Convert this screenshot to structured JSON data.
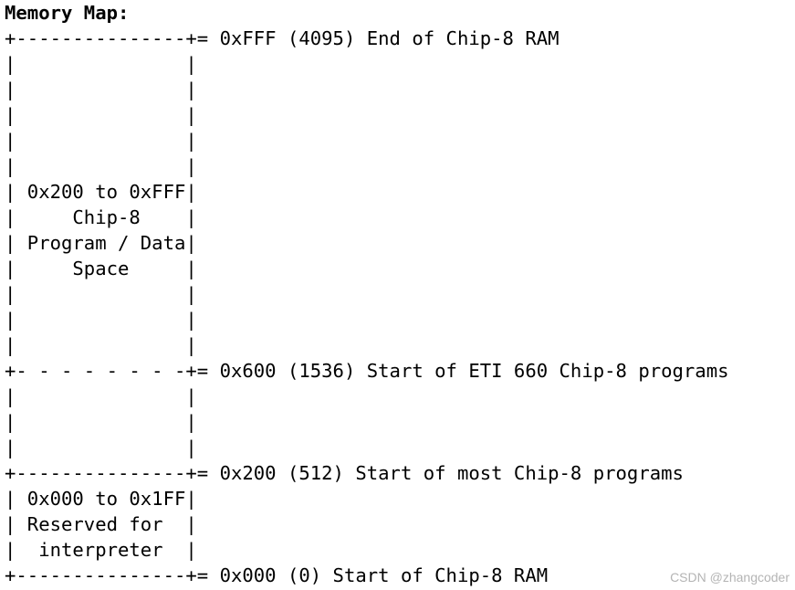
{
  "document": {
    "title": "Memory Map:",
    "lines": [
      "+---------------+= 0xFFF (4095) End of Chip-8 RAM",
      "|               |",
      "|               |",
      "|               |",
      "|               |",
      "|               |",
      "| 0x200 to 0xFFF|",
      "|     Chip-8    |",
      "| Program / Data|",
      "|     Space     |",
      "|               |",
      "|               |",
      "|               |",
      "+- - - - - - - -+= 0x600 (1536) Start of ETI 660 Chip-8 programs",
      "|               |",
      "|               |",
      "|               |",
      "+---------------+= 0x200 (512) Start of most Chip-8 programs",
      "| 0x000 to 0x1FF|",
      "| Reserved for  |",
      "|  interpreter  |",
      "+---------------+= 0x000 (0) Start of Chip-8 RAM"
    ]
  },
  "watermark": "CSDN @zhangcoder"
}
